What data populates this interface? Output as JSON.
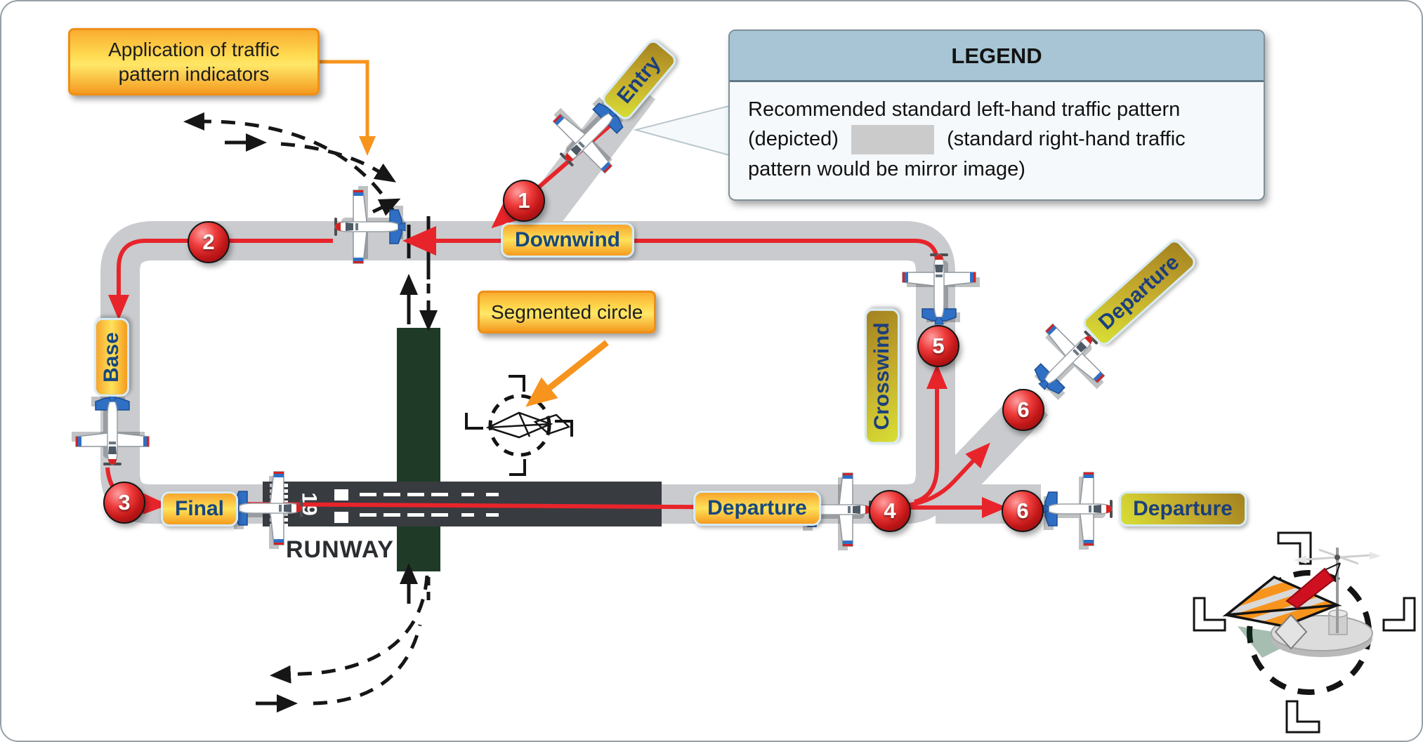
{
  "figure": {
    "callout_pattern_indicators": "Application of traffic pattern indicators",
    "callout_segmented_circle": "Segmented circle",
    "runway_label": "RUNWAY",
    "runway_number": "19"
  },
  "legend": {
    "title": "LEGEND",
    "line_before_swatch": "Recommended standard left-hand traffic pattern (depicted)",
    "line_after_swatch": "(standard right-hand traffic pattern would be mirror image)"
  },
  "leg_labels": {
    "entry": "Entry",
    "downwind": "Downwind",
    "base": "Base",
    "final": "Final",
    "crosswind": "Crosswind",
    "departure_upwind": "Departure",
    "departure_straight_out": "Departure",
    "departure_45": "Departure"
  },
  "sequence_markers": [
    "1",
    "2",
    "3",
    "4",
    "5",
    "6",
    "6"
  ],
  "colors": {
    "background_green_dark": "#075f36",
    "background_green_light": "#3fae58",
    "track_gray": "#c9cbce",
    "runway_dark": "#383b40",
    "crossing_strip": "#1f3b27",
    "path_red": "#e8242b",
    "accent_orange": "#f7941d",
    "legend_header_blue": "#a7c5d4",
    "label_text_navy": "#17477e",
    "marker_red": "#c21718"
  }
}
